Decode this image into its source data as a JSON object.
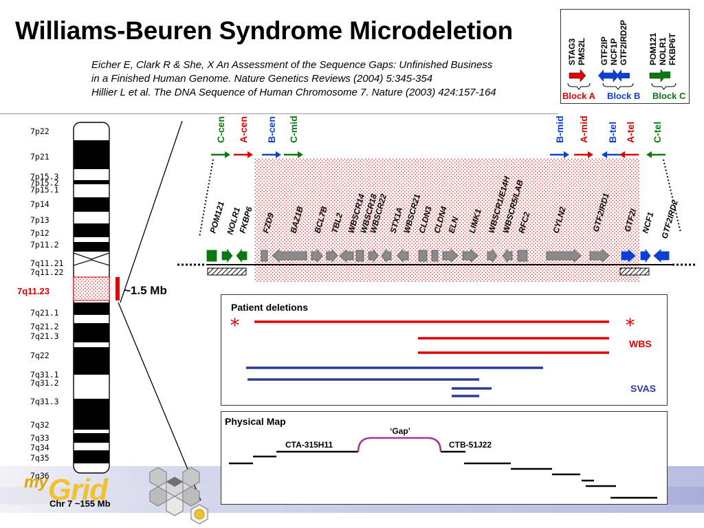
{
  "title": "Williams-Beuren Syndrome Microdeletion",
  "references": [
    "Eicher E, Clark R & She, X  An Assessment of the Sequence Gaps: Unfinished Business",
    "in a Finished Human Genome.  Nature Genetics Reviews (2004) 5:345-354",
    "Hillier L et al. The DNA Sequence of Human Chromosome 7.  Nature (2003) 424:157-164"
  ],
  "chromosome": {
    "caption": "Chr 7  ~155 Mb",
    "focus_band": "7q11.23",
    "region_size": "~1.5 Mb",
    "bands": [
      "7p22",
      "7p21",
      "7p15.3",
      "7p15.2",
      "7p15.1",
      "7p14",
      "7p13",
      "7p12",
      "7p11.2",
      "7q11.21",
      "7q11.22",
      "7q11.23",
      "7q21.1",
      "7q21.2",
      "7q21.3",
      "7q22",
      "7q31.1",
      "7q31.2",
      "7q31.3",
      "7q32",
      "7q33",
      "7q34",
      "7q35",
      "7q36"
    ]
  },
  "colors": {
    "red": "#e00000",
    "blue": "#0b3fd6",
    "green": "#0a7a10",
    "gray": "#8a8a8a",
    "navy": "#2b3a9b",
    "magenta": "#b0308f"
  },
  "blocks_legend": {
    "blocks": [
      {
        "label": "Block A",
        "color": "red",
        "genes": [
          "STAG3",
          "PMS2L"
        ]
      },
      {
        "label": "Block B",
        "color": "blue",
        "genes": [
          "GTF2IP",
          "NCF1P",
          "GTF2IRD2P"
        ]
      },
      {
        "label": "Block C",
        "color": "green",
        "genes": [
          "POM121",
          "NOLR1",
          "FKBP6T"
        ]
      }
    ]
  },
  "repeat_labels": [
    {
      "text": "C-cen",
      "color": "green"
    },
    {
      "text": "A-cen",
      "color": "red"
    },
    {
      "text": "B-cen",
      "color": "blue"
    },
    {
      "text": "C-mid",
      "color": "green"
    },
    {
      "text": "B-mid",
      "color": "blue"
    },
    {
      "text": "A-mid",
      "color": "red"
    },
    {
      "text": "B-tel",
      "color": "blue"
    },
    {
      "text": "A-tel",
      "color": "red"
    },
    {
      "text": "C-tel",
      "color": "green"
    }
  ],
  "genes": [
    "POM121",
    "NOLR1",
    "FKBP6",
    "FZD9",
    "BAZ1B",
    "BCL7B",
    "TBL2",
    "WBSCR14",
    "WBSCR18",
    "WBSCR22",
    "STX1A",
    "WBSCR21",
    "CLDN3",
    "CLDN4",
    "ELN",
    "LIMK1",
    "WBSCR1/E14H",
    "WBSCR5/LAB",
    "RFC2",
    "CYLN2",
    "GTF2IRD1",
    "GTF2I",
    "NCF1",
    "GTF2IRD2"
  ],
  "patient_deletions": {
    "title": "Patient deletions",
    "marker": "*",
    "groups": [
      {
        "label": "WBS",
        "color": "red"
      },
      {
        "label": "SVAS",
        "color": "navy"
      }
    ]
  },
  "physical_map": {
    "title": "Physical Map",
    "gap_label": "‘Gap’",
    "clones": [
      "CTA-315H11",
      "CTB-51J22"
    ]
  }
}
